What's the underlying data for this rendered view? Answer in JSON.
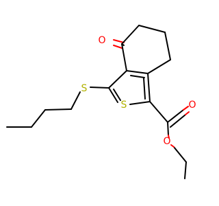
{
  "diagram": {
    "type": "chemical-structure",
    "colors": {
      "bond": "#000000",
      "oxygen": "#ff0000",
      "sulfur": "#b2b200",
      "background": "#ffffff"
    },
    "atoms": [
      {
        "id": "O1",
        "label": "O",
        "element": "oxygen"
      },
      {
        "id": "S1",
        "label": "S",
        "element": "sulfur"
      },
      {
        "id": "S2",
        "label": "S",
        "element": "sulfur"
      },
      {
        "id": "O2",
        "label": "O",
        "element": "oxygen"
      },
      {
        "id": "O3",
        "label": "O",
        "element": "oxygen"
      }
    ]
  }
}
